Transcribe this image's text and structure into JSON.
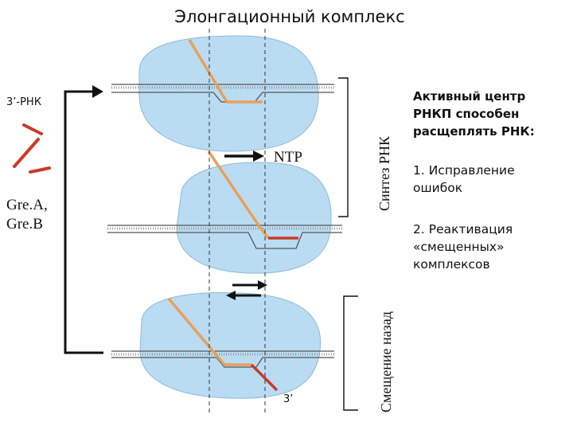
{
  "title": "Элонгационный комплекс",
  "left_labels": {
    "rna_3prime": "3’-РНК",
    "factors_line1": "Gre.A,",
    "factors_line2": "Gre.B"
  },
  "arrows": {
    "ntp": "NTP"
  },
  "bottom_label": "3’",
  "brackets": {
    "synthesis": "Синтез РНК",
    "backtracking": "Смещение назад"
  },
  "right_panel": {
    "heading_lines": [
      "Активный центр",
      "РНКП способен",
      "расщеплять РНК:"
    ],
    "item1_lines": [
      "1. Исправление",
      "ошибок"
    ],
    "item2_lines": [
      "2. Реактивация",
      "«смещенных»",
      "комплексов"
    ]
  },
  "colors": {
    "polymerase_fill": "#b9dcf2",
    "rna_orange": "#e8a05a",
    "rna_red": "#cc3a2a",
    "dna_line": "#555555",
    "frame": "#111111"
  }
}
